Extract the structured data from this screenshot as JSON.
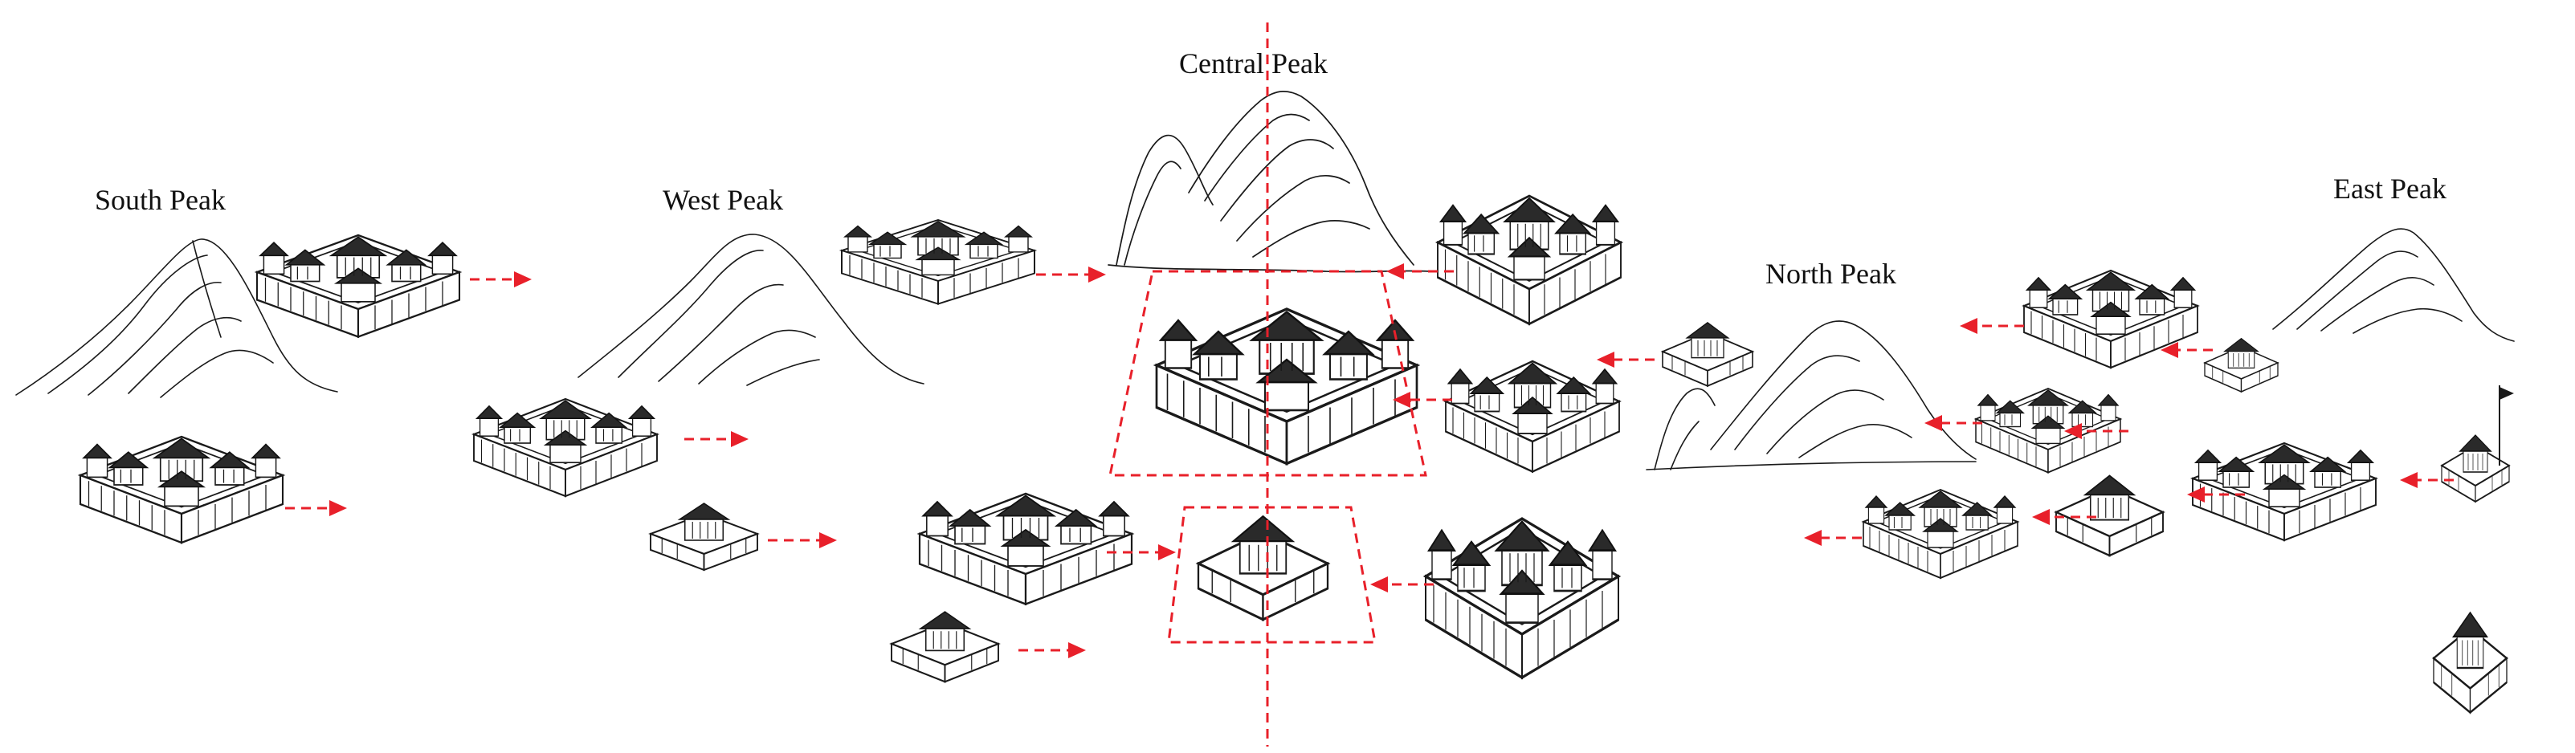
{
  "labels": {
    "south_peak": "South Peak",
    "west_peak": "West Peak",
    "central_peak": "Central Peak",
    "north_peak": "North Peak",
    "east_peak": "East Peak"
  },
  "colors": {
    "axis_red": "#e8202a",
    "ink": "#1a1a1a",
    "background": "#ffffff"
  },
  "icons": {
    "mountain": "mountain-sketch-icon",
    "temple": "temple-complex-icon",
    "arrow": "dashed-arrow-icon"
  }
}
